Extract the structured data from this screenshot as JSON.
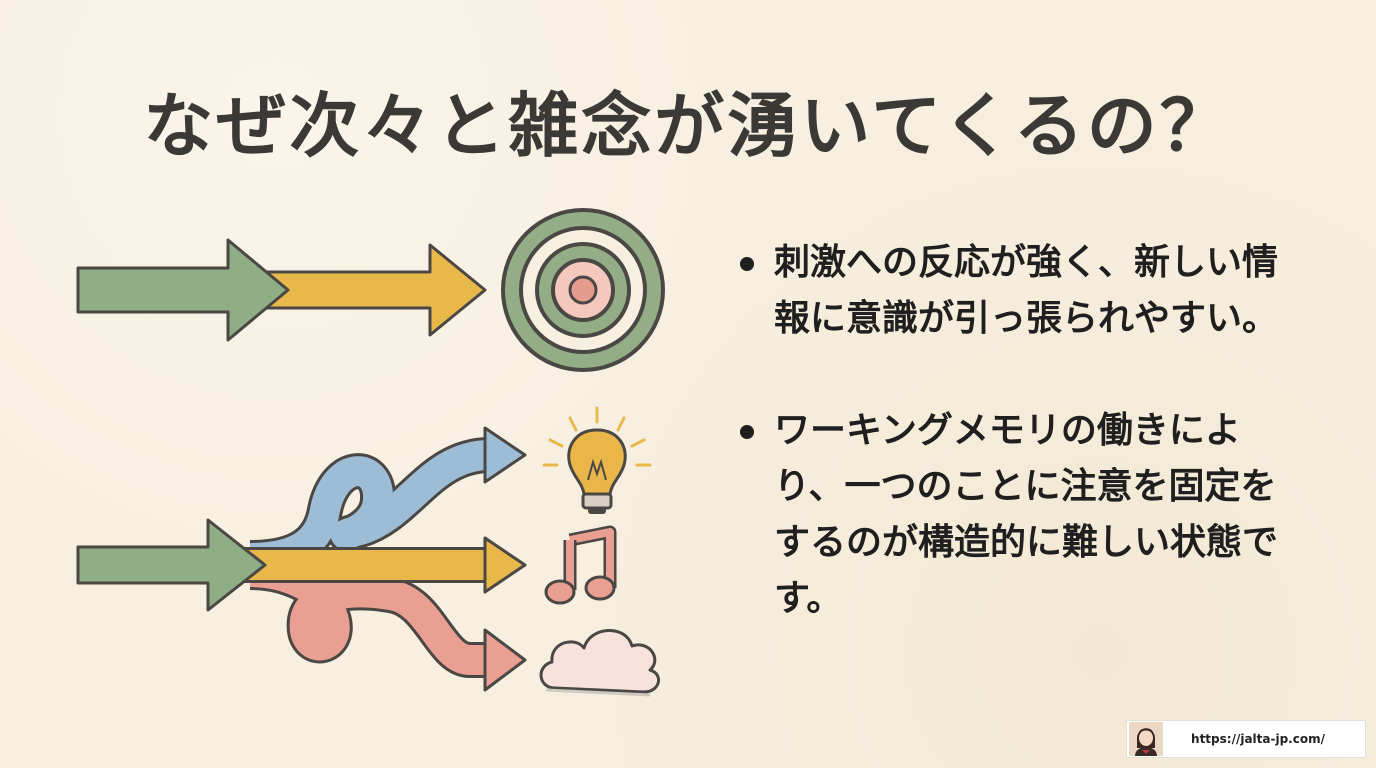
{
  "title": "なぜ次々と雑念が湧いてくるの？",
  "bullets": [
    "刺激への反応が強く、新しい情報に意識が引っ張られやすい。",
    "ワーキングメモリの働きにより、一つのことに注意を固定をするのが構造的に難しい状態です。"
  ],
  "illustration": {
    "top_icons": [
      "target-icon"
    ],
    "bottom_icons": [
      "lightbulb-icon",
      "music-note-icon",
      "cloud-icon"
    ],
    "colors": {
      "green": "#90ae86",
      "yellow": "#e8b94a",
      "blue": "#9dbcd6",
      "pink": "#e9a093",
      "outline": "#4a4744"
    }
  },
  "footer": {
    "url": "https://jalta-jp.com/"
  }
}
